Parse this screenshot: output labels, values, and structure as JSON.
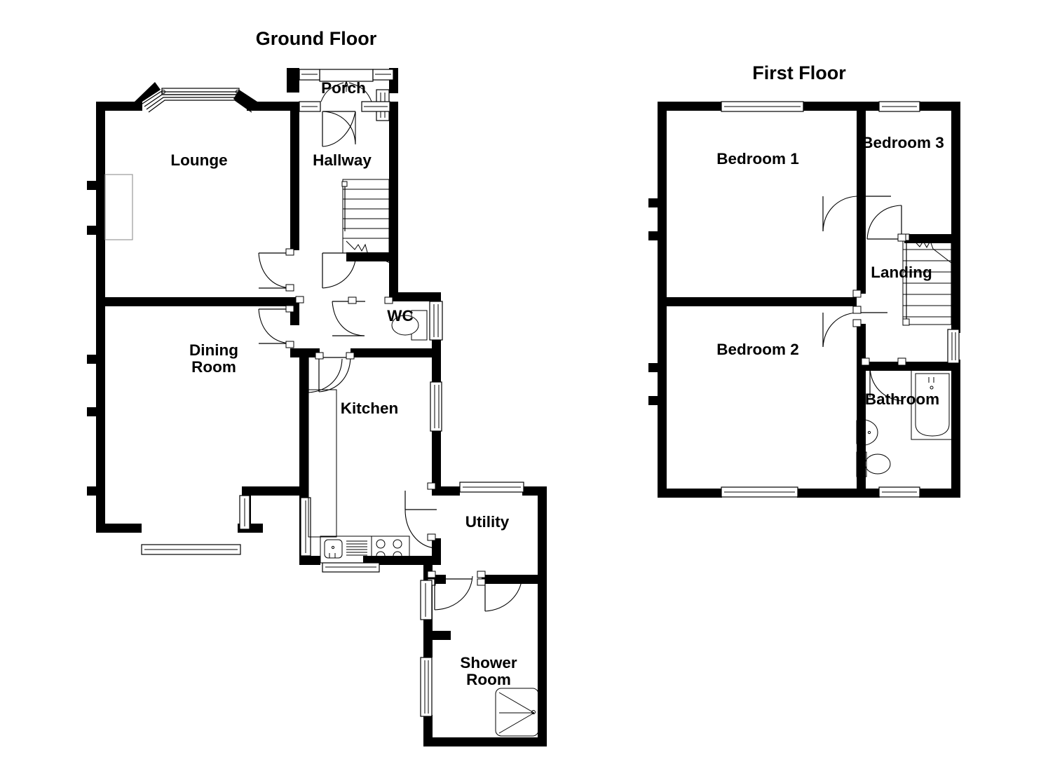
{
  "document": {
    "kind": "residential-floor-plan",
    "background_color": "#ffffff",
    "wall_color": "#000000",
    "text_color": "#000000"
  },
  "floors": [
    {
      "id": "ground",
      "title": "Ground Floor",
      "rooms": [
        {
          "key": "lounge",
          "label": "Lounge"
        },
        {
          "key": "porch",
          "label": "Porch"
        },
        {
          "key": "hallway",
          "label": "Hallway"
        },
        {
          "key": "dining_room",
          "label": "Dining\nRoom",
          "line1": "Dining",
          "line2": "Room"
        },
        {
          "key": "wc",
          "label": "WC"
        },
        {
          "key": "kitchen",
          "label": "Kitchen"
        },
        {
          "key": "utility",
          "label": "Utility"
        },
        {
          "key": "shower_room",
          "label": "Shower\nRoom",
          "line1": "Shower",
          "line2": "Room"
        }
      ],
      "fixtures": [
        "bay-window",
        "chimney-breast",
        "staircase",
        "wc-toilet",
        "kitchen-sink",
        "kitchen-drainer",
        "kitchen-hob",
        "shower-tray"
      ]
    },
    {
      "id": "first",
      "title": "First Floor",
      "rooms": [
        {
          "key": "bedroom_1",
          "label": "Bedroom 1"
        },
        {
          "key": "bedroom_3",
          "label": "Bedroom 3"
        },
        {
          "key": "landing",
          "label": "Landing"
        },
        {
          "key": "bedroom_2",
          "label": "Bedroom 2"
        },
        {
          "key": "bathroom",
          "label": "Bathroom"
        }
      ],
      "fixtures": [
        "staircase",
        "bath-tub",
        "wash-basin",
        "wc-toilet",
        "chimney-breast"
      ]
    }
  ],
  "labels": {
    "ground_floor_title": "Ground Floor",
    "first_floor_title": "First Floor",
    "lounge": "Lounge",
    "porch": "Porch",
    "hallway": "Hallway",
    "dining_line1": "Dining",
    "dining_line2": "Room",
    "wc": "WC",
    "kitchen": "Kitchen",
    "utility": "Utility",
    "shower_line1": "Shower",
    "shower_line2": "Room",
    "bedroom1": "Bedroom 1",
    "bedroom2": "Bedroom 2",
    "bedroom3": "Bedroom 3",
    "landing": "Landing",
    "bathroom": "Bathroom"
  }
}
